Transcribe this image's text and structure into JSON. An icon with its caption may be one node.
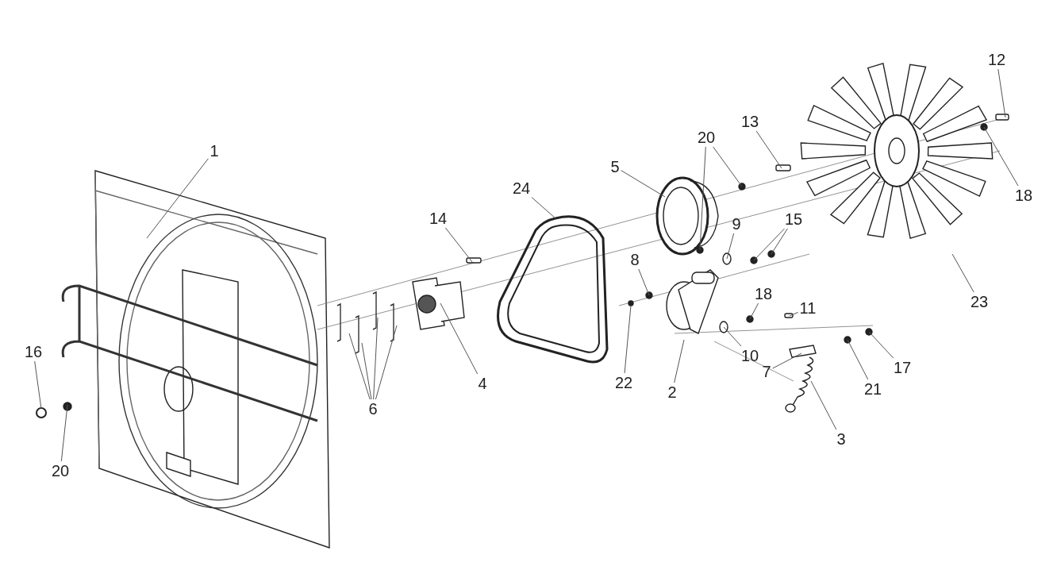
{
  "diagram": {
    "nodes": [
      {
        "text": [
          "1"
        ]
      },
      {
        "text": [
          "24"
        ]
      },
      {
        "text": [
          "14"
        ]
      },
      {
        "text": [
          "5"
        ]
      },
      {
        "text": [
          "20"
        ]
      },
      {
        "text": [
          "13"
        ]
      },
      {
        "text": [
          "12"
        ]
      },
      {
        "text": [
          "18"
        ]
      },
      {
        "text": [
          "9"
        ]
      },
      {
        "text": [
          "15"
        ]
      },
      {
        "text": [
          "8"
        ]
      },
      {
        "text": [
          "18"
        ]
      },
      {
        "text": [
          "11"
        ]
      },
      {
        "text": [
          "10"
        ]
      },
      {
        "text": [
          "4"
        ]
      },
      {
        "text": [
          "6"
        ]
      },
      {
        "text": [
          "22"
        ]
      },
      {
        "text": [
          "2"
        ]
      },
      {
        "text": [
          "7"
        ]
      },
      {
        "text": [
          "21"
        ]
      },
      {
        "text": [
          "17"
        ]
      },
      {
        "text": [
          "3"
        ]
      },
      {
        "text": [
          "23"
        ]
      },
      {
        "text": [
          "16"
        ]
      },
      {
        "text": [
          "20"
        ]
      }
    ],
    "edges": [
      {
        "from": 0,
        "to": null,
        "arrow": "none"
      },
      {
        "from": 1,
        "to": null,
        "arrow": "none"
      },
      {
        "from": 2,
        "to": null,
        "arrow": "none"
      },
      {
        "from": 3,
        "to": null,
        "arrow": "none"
      },
      {
        "from": 4,
        "to": null,
        "arrow": "none"
      },
      {
        "from": 4,
        "to": null,
        "arrow": "none"
      },
      {
        "from": 5,
        "to": null,
        "arrow": "none"
      },
      {
        "from": 6,
        "to": null,
        "arrow": "none"
      },
      {
        "from": 7,
        "to": null,
        "arrow": "none"
      },
      {
        "from": 8,
        "to": null,
        "arrow": "none"
      },
      {
        "from": 9,
        "to": null,
        "arrow": "none"
      },
      {
        "from": 9,
        "to": null,
        "arrow": "none"
      },
      {
        "from": 10,
        "to": null,
        "arrow": "none"
      },
      {
        "from": 11,
        "to": null,
        "arrow": "none"
      },
      {
        "from": 12,
        "to": null,
        "arrow": "none"
      },
      {
        "from": 13,
        "to": null,
        "arrow": "none"
      },
      {
        "from": 14,
        "to": null,
        "arrow": "none"
      },
      {
        "from": 15,
        "to": null,
        "arrow": "none"
      },
      {
        "from": 15,
        "to": null,
        "arrow": "none"
      },
      {
        "from": 15,
        "to": null,
        "arrow": "none"
      },
      {
        "from": 15,
        "to": null,
        "arrow": "none"
      },
      {
        "from": 16,
        "to": null,
        "arrow": "none"
      },
      {
        "from": 17,
        "to": null,
        "arrow": "none"
      },
      {
        "from": 18,
        "to": null,
        "arrow": "none"
      },
      {
        "from": 19,
        "to": null,
        "arrow": "none"
      },
      {
        "from": 20,
        "to": null,
        "arrow": "none"
      },
      {
        "from": 21,
        "to": null,
        "arrow": "none"
      },
      {
        "from": 22,
        "to": null,
        "arrow": "none"
      },
      {
        "from": 23,
        "to": null,
        "arrow": "none"
      },
      {
        "from": 24,
        "to": null,
        "arrow": "none"
      }
    ]
  }
}
